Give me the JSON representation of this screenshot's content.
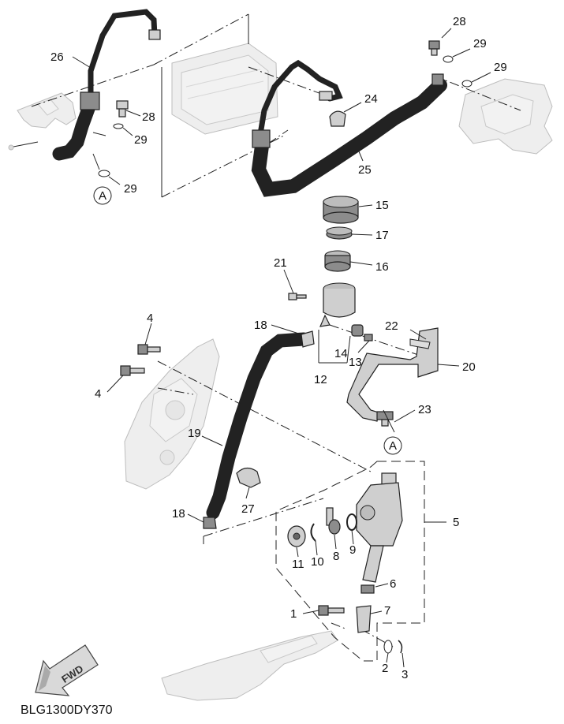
{
  "diagram_code": "BLG1300DY370",
  "fwd_label": "FWD",
  "reference_marker": "A",
  "callouts": {
    "c1": "1",
    "c2": "2",
    "c3": "3",
    "c4a": "4",
    "c4b": "4",
    "c5": "5",
    "c6": "6",
    "c7": "7",
    "c8": "8",
    "c9": "9",
    "c10": "10",
    "c11": "11",
    "c12": "12",
    "c13": "13",
    "c14": "14",
    "c15": "15",
    "c16": "16",
    "c17": "17",
    "c18a": "18",
    "c18b": "18",
    "c19": "19",
    "c20": "20",
    "c21": "21",
    "c22": "22",
    "c23": "23",
    "c24": "24",
    "c25": "25",
    "c26": "26",
    "c27": "27",
    "c28a": "28",
    "c28b": "28",
    "c29a": "29",
    "c29b": "29",
    "c29c": "29",
    "c29d": "29"
  }
}
